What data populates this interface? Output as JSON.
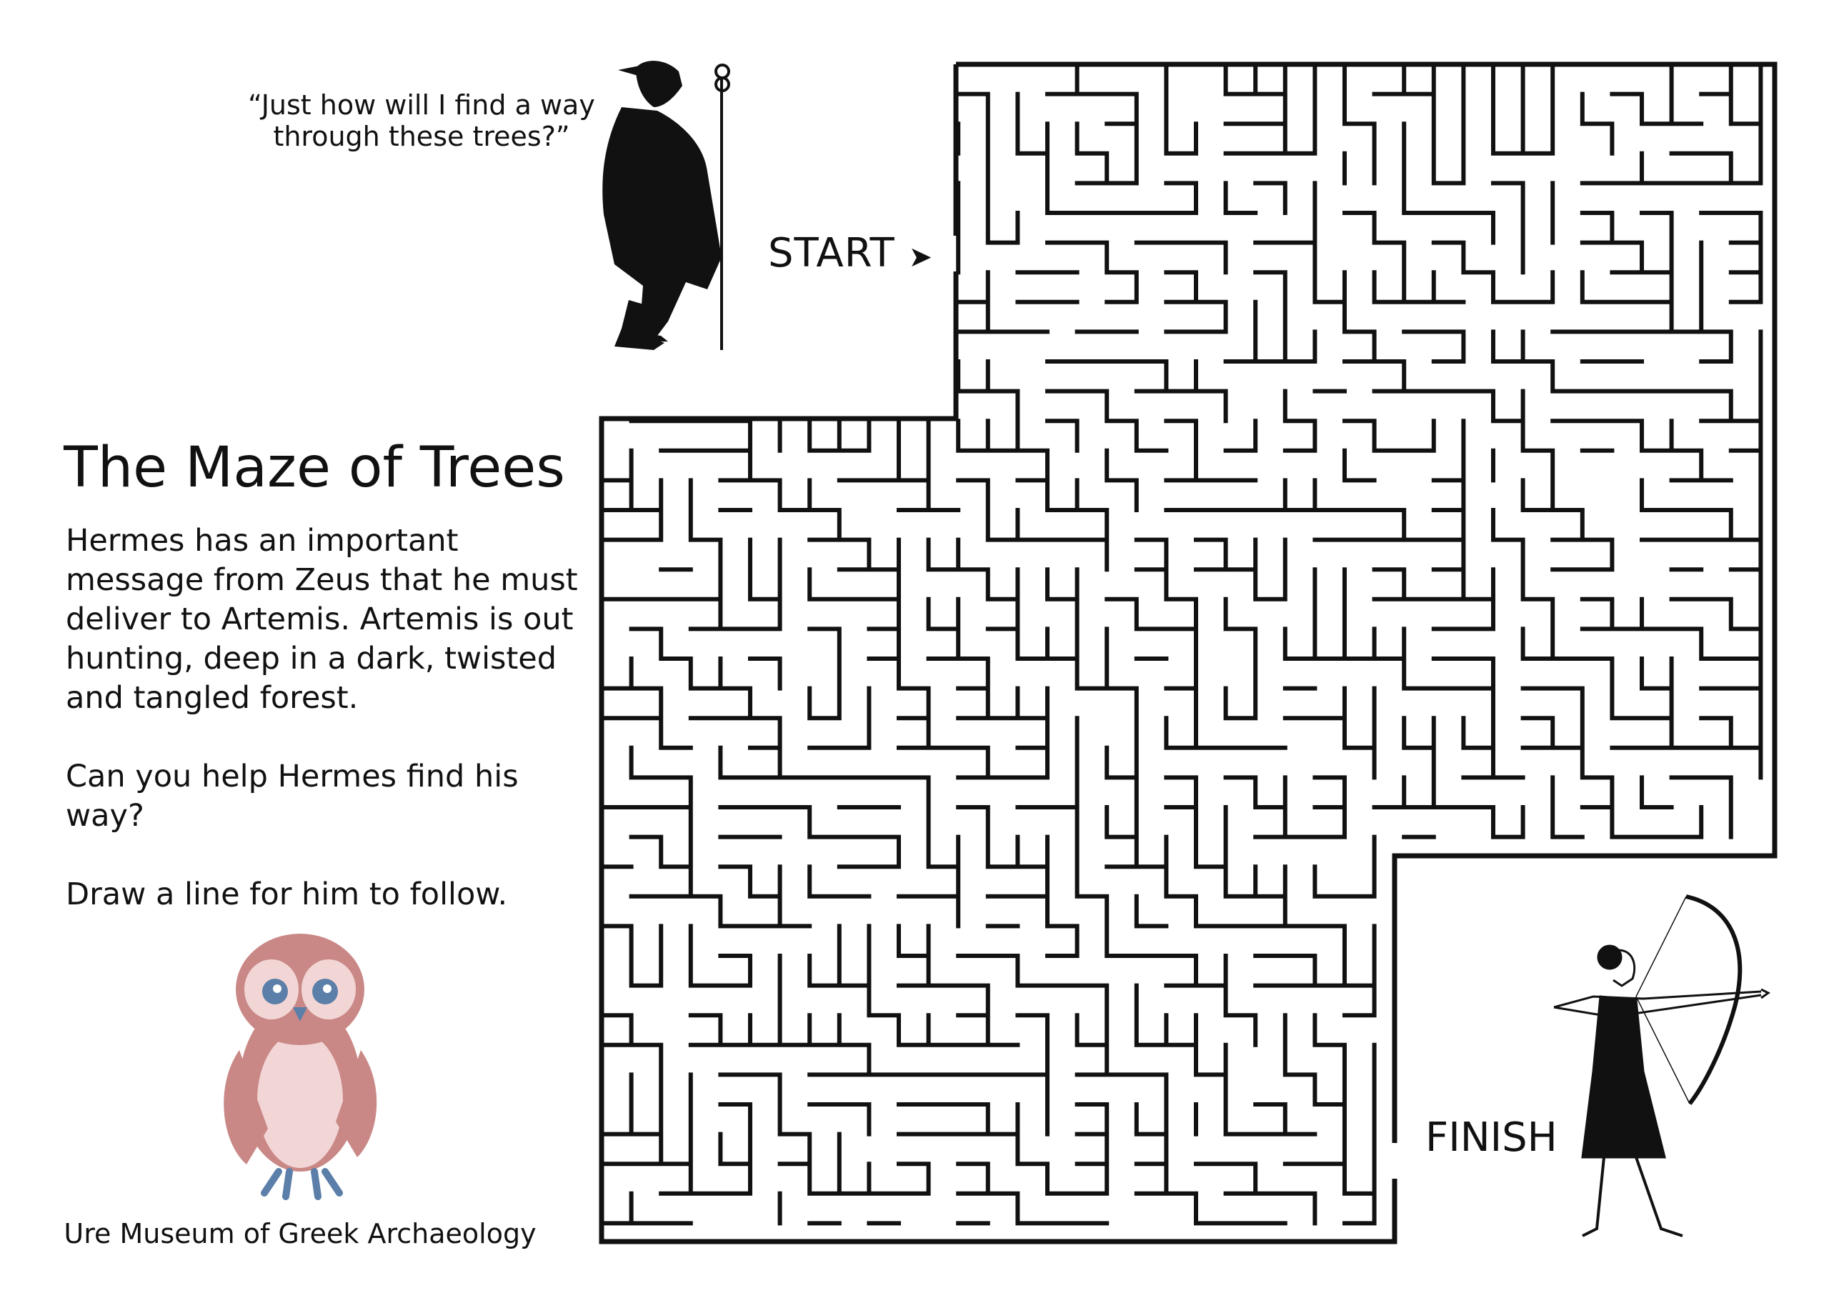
{
  "quote": "“Just how will I find a way through these trees?”",
  "start_label": "START",
  "start_arrow": "➤",
  "finish_label": "FINISH",
  "title": "The Maze of Trees",
  "description": [
    "Hermes has an important message from Zeus that he must deliver to Artemis. Artemis is out hunting, deep in a dark, twisted and tangled forest.",
    "Can you help Hermes find his way?",
    "Draw a line for him to follow."
  ],
  "footer": "Ure Museum of Greek Archaeology",
  "colors": {
    "ink": "#111111",
    "owl_body": "#c98886",
    "owl_light": "#f2d6d6",
    "owl_blue": "#5b7fa8"
  }
}
